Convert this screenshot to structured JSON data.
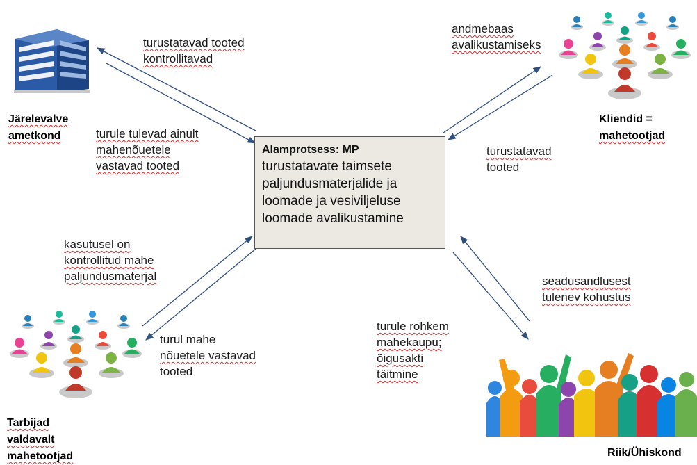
{
  "center": {
    "title": "Alamprotsess:  MP",
    "body": [
      "turustatavate taimsete",
      "paljundusmaterjalide ja",
      "loomade ja vesiviljeluse",
      "loomade avalikustamine"
    ]
  },
  "entities": {
    "authority": [
      "Järelevalve",
      "ametkond"
    ],
    "clients": [
      "Kliendid =",
      "mahetootjad"
    ],
    "consumers": [
      "Tarbijad",
      "valdavalt",
      "mahetootjad"
    ],
    "state": [
      "Riik/Ühiskond"
    ]
  },
  "edges": {
    "center_to_authority": [
      "turustatavad tooted",
      "kontrollitavad"
    ],
    "authority_to_center": [
      "turule tulevad ainult",
      "mahenõuetele",
      "vastavad tooted"
    ],
    "center_to_clients": [
      "andmebaas",
      "avalikustamiseks"
    ],
    "clients_to_center": [
      "turustatavad",
      "tooted"
    ],
    "consumers_to_center": [
      "kasutusel on",
      "kontrollitud mahe",
      "paljundusmaterjal"
    ],
    "center_to_consumers": [
      "turul mahe",
      "nõuetele vastavad",
      "tooted"
    ],
    "state_to_center": [
      "seadusandlusest",
      "tulenev kohustus"
    ],
    "center_to_state": [
      "turule rohkem",
      "mahekaupu;",
      "õigusakti",
      "täitmine"
    ]
  },
  "colors": {
    "arrow": "#2f4f7f",
    "box_fill": "#ece9e2",
    "building_blue": "#2b5aa6"
  },
  "icons": {
    "authority": "office-building-icon",
    "clients": "people-network-icon",
    "consumers": "people-network-icon",
    "state": "crowd-icon"
  }
}
